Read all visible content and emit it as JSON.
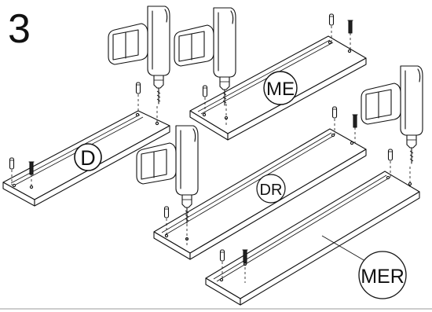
{
  "step": {
    "number": "3"
  },
  "parts": {
    "d": "D",
    "me": "ME",
    "dr": "DR",
    "mer": "MER"
  }
}
